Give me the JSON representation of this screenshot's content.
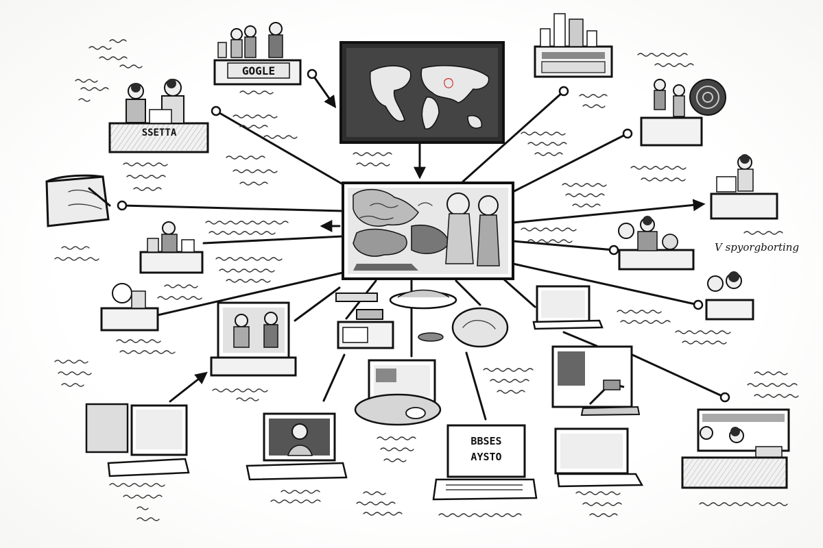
{
  "diagram": {
    "center_node": "media-monitor",
    "top_node": "world-map-screen",
    "visible_texts": {
      "booth_top_left_sign": "GOGLE",
      "monitor_bottom_center_text": [
        "BBSES",
        "AYSTO"
      ],
      "right_caption": "V spyorgborting",
      "sign_left_booth": "SSETTA"
    }
  }
}
